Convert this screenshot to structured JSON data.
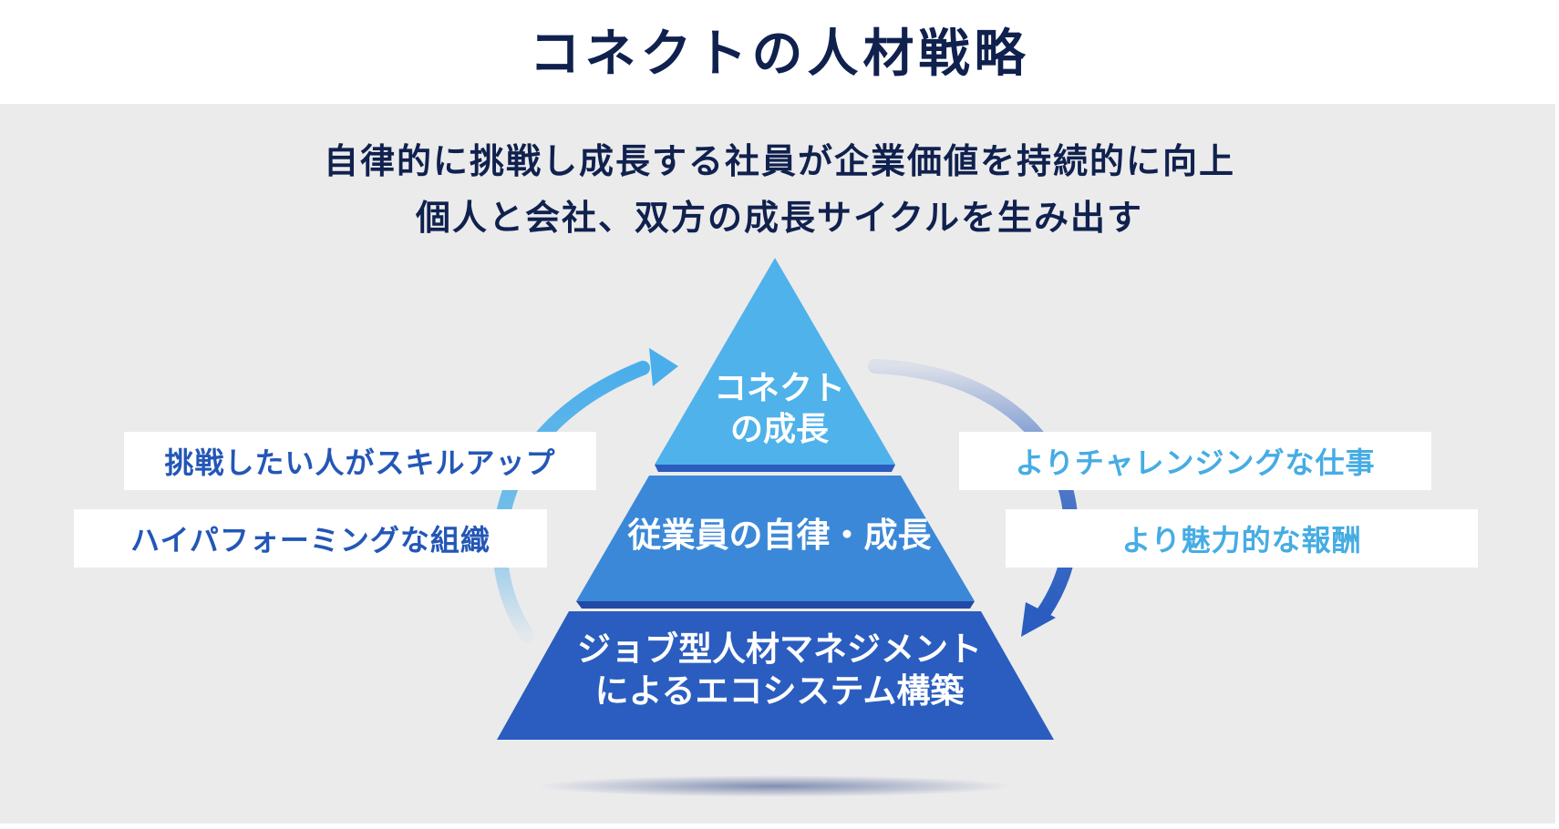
{
  "title": "コネクトの人材戦略",
  "subtitle": {
    "line1": "自律的に挑戦し成長する社員が企業価値を持続的に向上",
    "line2": "個人と会社、双方の成長サイクルを生み出す"
  },
  "pyramid": {
    "top": {
      "line1": "コネクト",
      "line2": "の成長"
    },
    "middle": "従業員の自律・成長",
    "bottom": {
      "line1": "ジョブ型人材マネジメント",
      "line2": "によるエコシステム構築"
    }
  },
  "left_boxes": [
    "挑戦したい人がスキルアップ",
    "ハイパフォーミングな組織"
  ],
  "right_boxes": [
    "よりチャレンジングな仕事",
    "より魅力的な報酬"
  ],
  "colors": {
    "title_text": "#10214e",
    "tier_top": "#4fb2ea",
    "tier_middle": "#3b88d8",
    "tier_bottom": "#2a5dbf",
    "left_box_text": "#2357b7",
    "right_box_text": "#46ace4",
    "arrow_left": "#4aaeea",
    "arrow_right": "#2a5dbf",
    "background": "#ebebec"
  }
}
